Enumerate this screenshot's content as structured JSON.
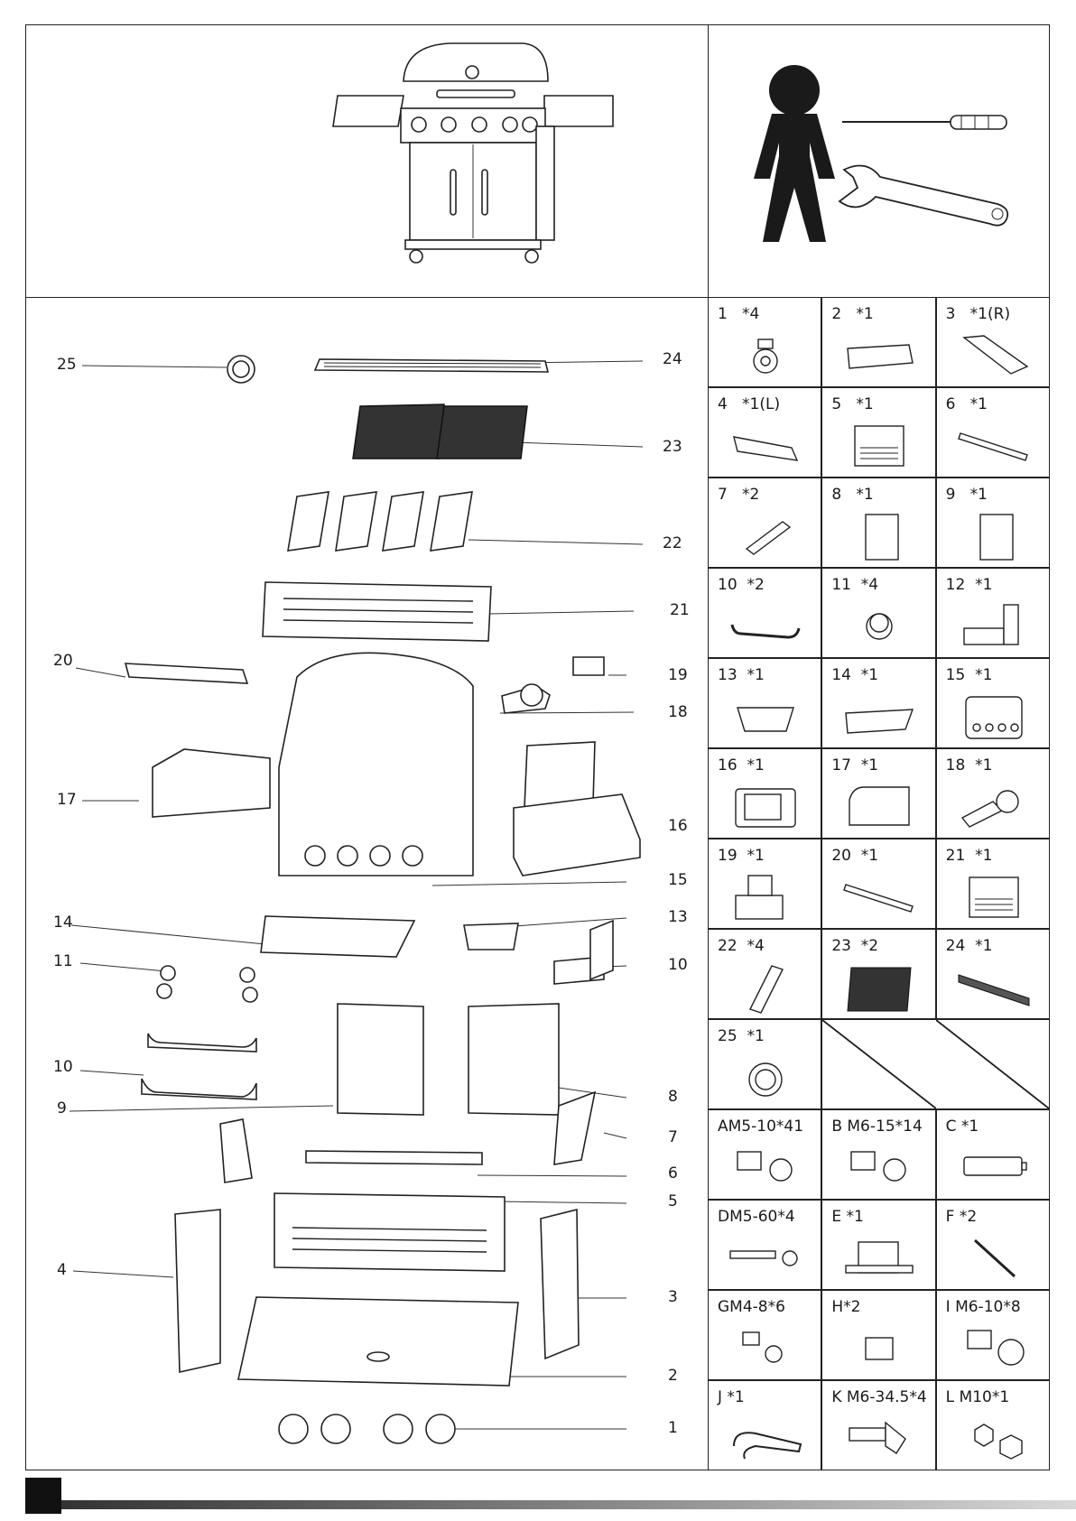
{
  "callouts": [
    {
      "id": "25",
      "text": "25"
    },
    {
      "id": "24",
      "text": "24"
    },
    {
      "id": "23",
      "text": "23"
    },
    {
      "id": "22",
      "text": "22"
    },
    {
      "id": "21",
      "text": "21"
    },
    {
      "id": "20",
      "text": "20"
    },
    {
      "id": "19",
      "text": "19"
    },
    {
      "id": "18",
      "text": "18"
    },
    {
      "id": "17",
      "text": "17"
    },
    {
      "id": "16",
      "text": "16"
    },
    {
      "id": "15",
      "text": "15"
    },
    {
      "id": "14",
      "text": "14"
    },
    {
      "id": "13",
      "text": "13"
    },
    {
      "id": "11",
      "text": "11"
    },
    {
      "id": "10a",
      "text": "10"
    },
    {
      "id": "10b",
      "text": "10"
    },
    {
      "id": "9",
      "text": "9"
    },
    {
      "id": "8",
      "text": "8"
    },
    {
      "id": "7",
      "text": "7"
    },
    {
      "id": "6",
      "text": "6"
    },
    {
      "id": "5",
      "text": "5"
    },
    {
      "id": "4",
      "text": "4"
    },
    {
      "id": "3",
      "text": "3"
    },
    {
      "id": "2",
      "text": "2"
    },
    {
      "id": "1",
      "text": "1"
    }
  ],
  "parts": [
    {
      "label": "1   *4",
      "icon": "caster-wheel-icon"
    },
    {
      "label": "2   *1",
      "icon": "bottom-shelf-icon"
    },
    {
      "label": "3   *1(R)",
      "icon": "right-side-panel-icon"
    },
    {
      "label": "4   *1(L)",
      "icon": "left-side-panel-icon"
    },
    {
      "label": "5   *1",
      "icon": "back-panel-icon"
    },
    {
      "label": "6   *1",
      "icon": "front-brace-icon"
    },
    {
      "label": "7   *2",
      "icon": "bracket-icon"
    },
    {
      "label": "8   *1",
      "icon": "door-right-icon"
    },
    {
      "label": "9   *1",
      "icon": "door-left-icon"
    },
    {
      "label": "10  *2",
      "icon": "handle-icon"
    },
    {
      "label": "11  *4",
      "icon": "knob-ring-icon"
    },
    {
      "label": "12  *1",
      "icon": "tank-holder-icon"
    },
    {
      "label": "13  *1",
      "icon": "grease-cup-icon"
    },
    {
      "label": "14  *1",
      "icon": "grease-tray-icon"
    },
    {
      "label": "15  *1",
      "icon": "grill-body-icon"
    },
    {
      "label": "16  *1",
      "icon": "side-burner-icon"
    },
    {
      "label": "17  *1",
      "icon": "side-shelf-icon"
    },
    {
      "label": "18  *1",
      "icon": "burner-icon"
    },
    {
      "label": "19  *1",
      "icon": "burner-bracket-icon"
    },
    {
      "label": "20  *1",
      "icon": "cross-bar-icon"
    },
    {
      "label": "21  *1",
      "icon": "rear-vent-panel-icon"
    },
    {
      "label": "22  *4",
      "icon": "flame-tamer-icon"
    },
    {
      "label": "23  *2",
      "icon": "cooking-grate-icon"
    },
    {
      "label": "24  *1",
      "icon": "warming-rack-icon"
    },
    {
      "label": "25  *1",
      "icon": "thermometer-icon"
    },
    {
      "label": "",
      "icon": "empty-diagonal"
    },
    {
      "label": "",
      "icon": "empty-diagonal-2"
    },
    {
      "label": "AM5-10*41",
      "icon": "screw-icon"
    },
    {
      "label": "B M6-15*14",
      "icon": "screw-icon"
    },
    {
      "label": "C *1",
      "icon": "battery-icon"
    },
    {
      "label": "DM5-60*4",
      "icon": "long-bolt-icon"
    },
    {
      "label": "E *1",
      "icon": "igniter-icon"
    },
    {
      "label": "F *2",
      "icon": "pin-icon"
    },
    {
      "label": "GM4-8*6",
      "icon": "small-screw-icon"
    },
    {
      "label": "H*2",
      "icon": "spacer-icon"
    },
    {
      "label": "I M6-10*8",
      "icon": "flange-screw-icon"
    },
    {
      "label": "J *1",
      "icon": "match-holder-icon"
    },
    {
      "label": "K M6-34.5*4",
      "icon": "shoulder-bolt-icon"
    },
    {
      "label": "L M10*1",
      "icon": "nut-icon"
    }
  ]
}
